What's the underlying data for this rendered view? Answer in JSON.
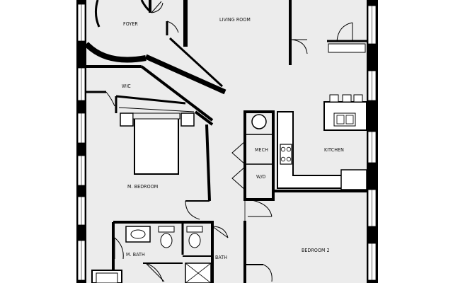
{
  "plan": {
    "labels": {
      "foyer": "FOYER",
      "living_room": "LIVING ROOM",
      "wic": "WIC",
      "mech": "MECH",
      "wd": "W/D",
      "kitchen": "KITCHEN",
      "m_bedroom": "M. BEDROOM",
      "m_bath": "M. BATH",
      "bath": "BATH",
      "bedroom_2": "BEDROOM 2"
    },
    "colors": {
      "floor": "#ececec",
      "background": "#ffffff",
      "wall": "#000000",
      "window": "#ffffff"
    }
  }
}
